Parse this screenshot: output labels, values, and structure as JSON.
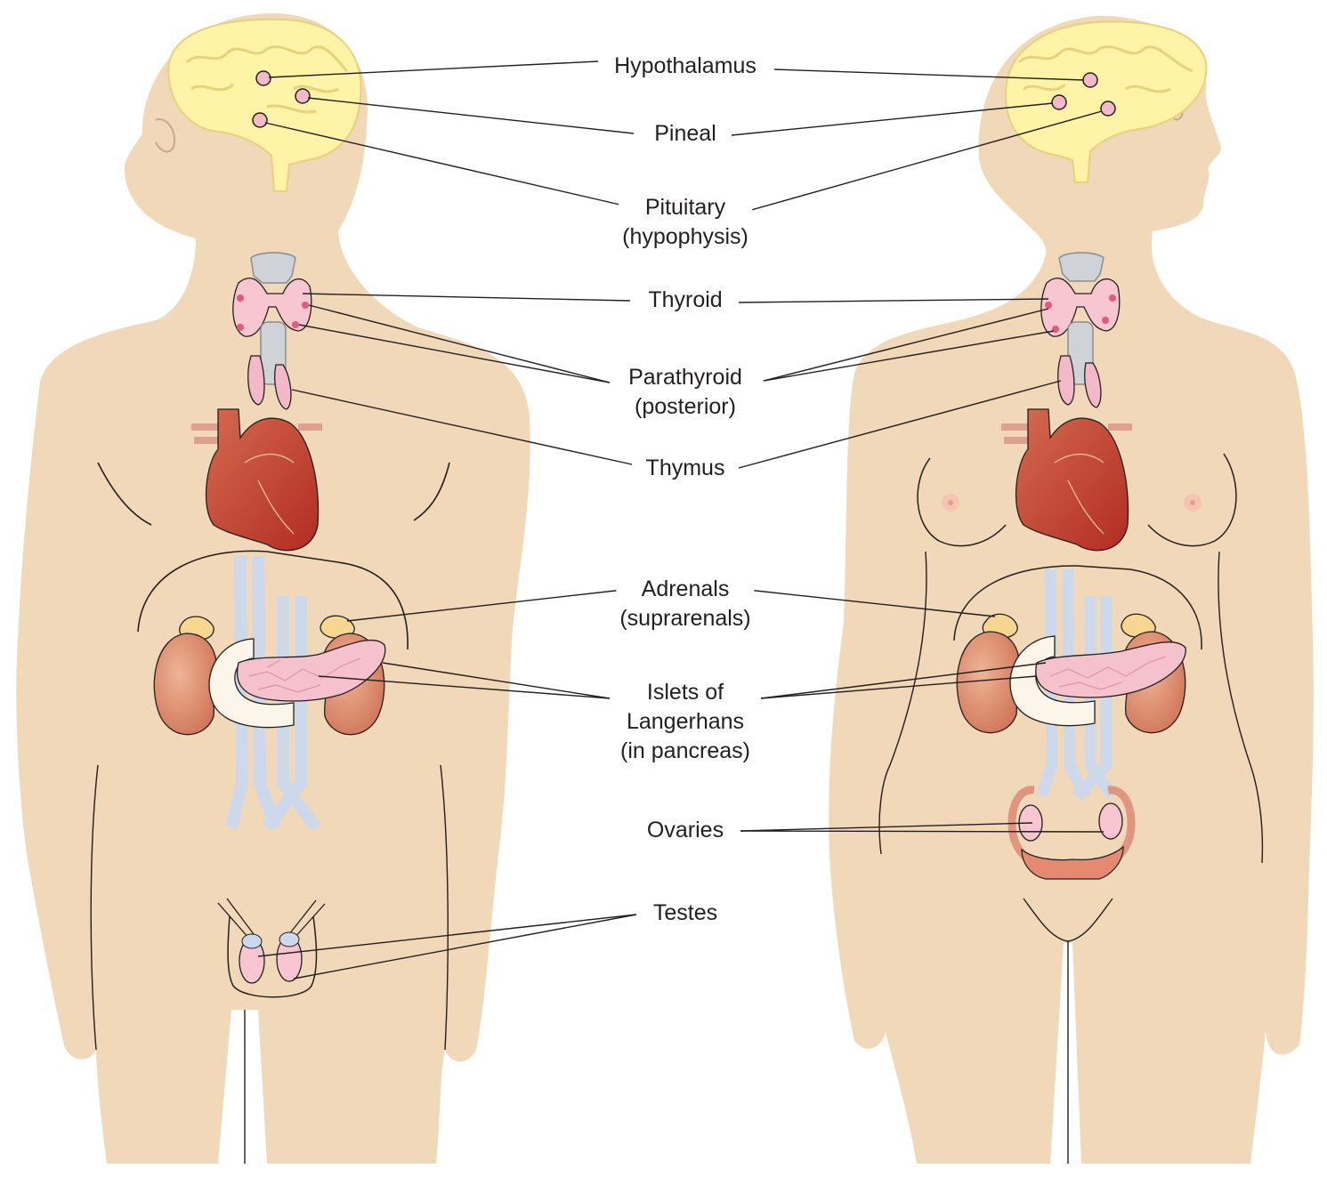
{
  "labels": {
    "hypothalamus": "Hypothalamus",
    "pineal": "Pineal",
    "pituitary_1": "Pituitary",
    "pituitary_2": "(hypophysis)",
    "thyroid": "Thyroid",
    "parathyroid_1": "Parathyroid",
    "parathyroid_2": "(posterior)",
    "thymus": "Thymus",
    "adrenals_1": "Adrenals",
    "adrenals_2": "(suprarenals)",
    "islets_1": "Islets of",
    "islets_2": "Langerhans",
    "islets_3": "(in pancreas)",
    "ovaries": "Ovaries",
    "testes": "Testes"
  },
  "colors": {
    "skin": "#f0d8b8",
    "outline": "#231f20",
    "brain": "#fff3a8",
    "brain_outline": "#e6d27a",
    "gland_pink": "#f4b9c8",
    "gland_dot": "#e3597a",
    "thyroid": "#f8c6d1",
    "cartilage": "#cfd2d6",
    "heart": "#c8503a",
    "heart_dark": "#a83228",
    "vessel": "#cdd8ea",
    "kidney": "#d98766",
    "adrenal": "#f7d690",
    "pancreas": "#f5c1cd",
    "duodenum": "#fbf6e9",
    "leader_line": "#231f20"
  }
}
